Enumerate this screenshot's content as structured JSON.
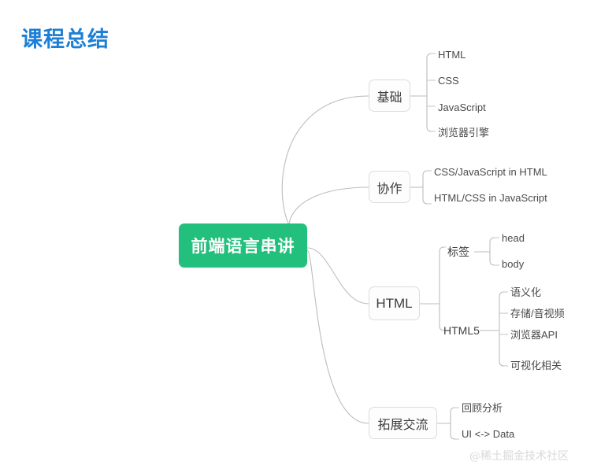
{
  "page": {
    "title": "课程总结",
    "title_color": "#1c7fd6",
    "background": "#ffffff",
    "watermark": "@稀土掘金技术社区"
  },
  "mindmap": {
    "root": {
      "label": "前端语言串讲",
      "color": "#22c07c",
      "text_color": "#ffffff"
    },
    "connector_color": "#bdbdbd",
    "branches": [
      {
        "label": "基础",
        "type": "box",
        "children": [
          {
            "label": "HTML"
          },
          {
            "label": "CSS"
          },
          {
            "label": "JavaScript"
          },
          {
            "label": "浏览器引擎"
          }
        ]
      },
      {
        "label": "协作",
        "type": "box",
        "children": [
          {
            "label": "CSS/JavaScript in HTML"
          },
          {
            "label": "HTML/CSS in JavaScript"
          }
        ]
      },
      {
        "label": "HTML",
        "type": "box",
        "children": [
          {
            "label": "标签",
            "children": [
              {
                "label": "head"
              },
              {
                "label": "body"
              }
            ]
          },
          {
            "label": "HTML5",
            "children": [
              {
                "label": "语义化"
              },
              {
                "label": "存储/音视频"
              },
              {
                "label": "浏览器API"
              },
              {
                "label": "可视化相关"
              }
            ]
          }
        ]
      },
      {
        "label": "拓展交流",
        "type": "box",
        "children": [
          {
            "label": "回顾分析"
          },
          {
            "label": "UI <-> Data"
          }
        ]
      }
    ]
  }
}
